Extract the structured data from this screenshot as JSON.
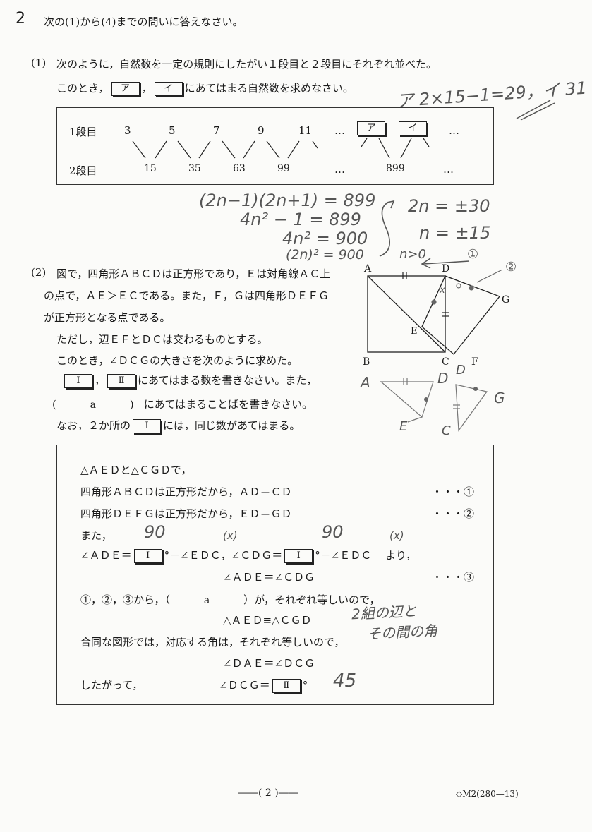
{
  "header": {
    "number": "2",
    "instruction": "次の(1)から(4)までの問いに答えなさい。"
  },
  "q1": {
    "label": "(1)",
    "line1": "次のように，自然数を一定の規則にしたがい１段目と２段目にそれぞれ並べた。",
    "line2_pre": "このとき，",
    "box_a": "ア",
    "sep": "，",
    "box_i": "イ",
    "line2_post": "にあてはまる自然数を求めなさい。",
    "row1_label": "1段目",
    "row2_label": "2段目",
    "row1": [
      "3",
      "5",
      "7",
      "9",
      "11"
    ],
    "row2": [
      "15",
      "35",
      "63",
      "99"
    ],
    "row2_899": "899",
    "ellipsis": "…",
    "handwriting": {
      "answer": "ア 2×15−1=29，イ 31",
      "eq1": "(2n−1)(2n+1) = 899",
      "eq2": "4n² − 1 = 899",
      "eq3": "4n² = 900",
      "eq4": "(2n)² = 900",
      "eq5": "2n = ±30",
      "eq6": "n = ±15",
      "eq7": "n>0",
      "eq7_mark": "①"
    }
  },
  "q2": {
    "label": "(2)",
    "lines": [
      "図で，四角形ＡＢＣＤは正方形であり，Ｅは対角線ＡＣ上",
      "の点で，ＡＥ＞ＥＣである。また，Ｆ，Ｇは四角形ＤＥＦＧ",
      "が正方形となる点である。",
      "ただし，辺ＥＦとＤＣは交わるものとする。",
      "このとき，∠ＤＣＧの大きさを次のように求めた。"
    ],
    "box_I": "Ⅰ",
    "box_II": "Ⅱ",
    "line6_post": "にあてはまる数を書きなさい。また，",
    "paren_open": "(",
    "paren_a": "a",
    "paren_close": ")",
    "line7_post": "にあてはまることばを書きなさい。",
    "line8_pre": "なお，２か所の",
    "line8_post": "には，同じ数があてはまる。",
    "fig": {
      "A": "A",
      "B": "B",
      "C": "C",
      "D": "D",
      "E": "E",
      "F": "F",
      "G": "G",
      "mark2": "②",
      "small_A": "A",
      "small_D": "D",
      "small_E": "E",
      "small_D2": "D",
      "small_G": "G",
      "small_C": "C",
      "x": "x"
    },
    "proof": {
      "l1": "△ＡＥＤと△ＣＧＤで，",
      "l2": "四角形ＡＢＣＤは正方形だから，ＡＤ＝ＣＤ",
      "l2_ref": "・・・①",
      "l3": "四角形ＤＥＦＧは正方形だから，ＥＤ＝ＧＤ",
      "l3_ref": "・・・②",
      "l4": "また，",
      "l5_a": "∠ＡＤＥ＝",
      "l5_b": "°－∠ＥＤＣ，∠ＣＤＧ＝",
      "l5_c": "°－∠ＥＤＣ",
      "l5_d": "より，",
      "l6": "∠ＡＤＥ＝∠ＣＤＧ",
      "l6_ref": "・・・③",
      "l7_a": "①，②，③から，（",
      "l7_b": "a",
      "l7_c": "）が，それぞれ等しいので，",
      "l8": "△ＡＥＤ≡△ＣＧＤ",
      "l9": "合同な図形では，対応する角は，それぞれ等しいので，",
      "l10": "∠ＤＡＥ＝∠ＤＣＧ",
      "l11_a": "したがって，",
      "l11_b": "∠ＤＣＧ＝",
      "l11_c": "°",
      "hand_90a": "90",
      "hand_xa": "(x)",
      "hand_90b": "90",
      "hand_xb": "(x)",
      "hand_a1": "2組の辺と",
      "hand_a2": "その間の角",
      "hand_45": "45"
    }
  },
  "footer": {
    "page": "――( 2 )――",
    "code": "◇M2(280—13)"
  }
}
